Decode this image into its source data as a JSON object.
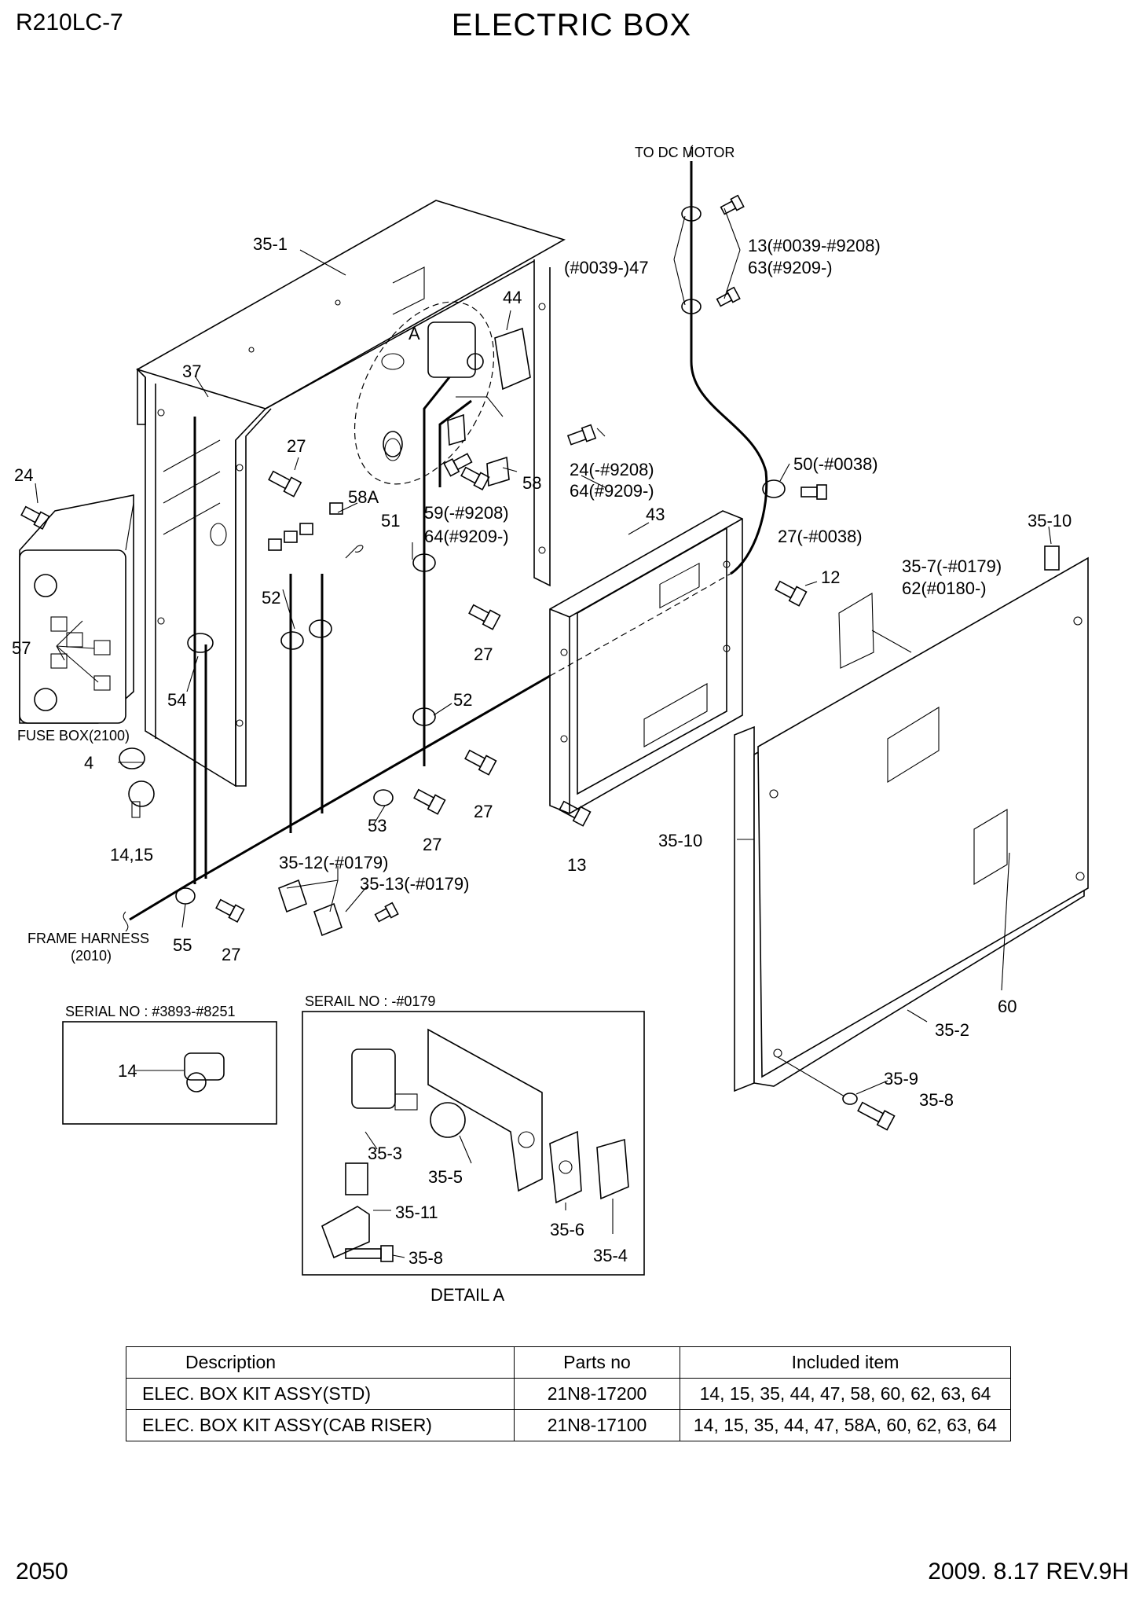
{
  "header": {
    "model": "R210LC-7",
    "title": "ELECTRIC BOX"
  },
  "footer": {
    "page_number": "2050",
    "date_revision": "2009. 8.17  REV.9H"
  },
  "diagram": {
    "callouts": {
      "c35_1": "35-1",
      "c37": "37",
      "c24_left": "24",
      "c57": "57",
      "c54": "54",
      "c27_a": "27",
      "c58A": "58A",
      "c51": "51",
      "c52_a": "52",
      "c52_b": "52",
      "cA": "A",
      "c44": "44",
      "c58": "58",
      "c59": "59(-#9208)",
      "c64a": "64(#9209-)",
      "c24_right": "24(-#9208)",
      "c64b": "64(#9209-)",
      "c43": "43",
      "c47": "(#0039-)47",
      "c13a": "13(#0039-#9208)",
      "c63": "63(#9209-)",
      "c50": "50(-#0038)",
      "c27_b": "27(-#0038)",
      "c12": "12",
      "c35_10_top": "35-10",
      "c35_7": "35-7(-#0179)",
      "c62": "62(#0180-)",
      "c27_c": "27",
      "c27_d": "27",
      "c27_e": "27",
      "c27_f": "27",
      "c53": "53",
      "c13b": "13",
      "c35_10_side": "35-10",
      "c4": "4",
      "c14_15": "14,15",
      "c35_12": "35-12(-#0179)",
      "c35_13": "35-13(-#0179)",
      "c55": "55",
      "c60": "60",
      "c35_2": "35-2",
      "c35_9": "35-9",
      "c35_8_a": "35-8",
      "c14_inset": "14",
      "c35_3": "35-3",
      "c35_5": "35-5",
      "c35_11": "35-11",
      "c35_8_b": "35-8",
      "c35_6": "35-6",
      "c35_4": "35-4"
    },
    "notes": {
      "to_dc_motor": "TO DC MOTOR",
      "fuse_box": "FUSE BOX(2100)",
      "frame_harness": "FRAME HARNESS",
      "frame_harness_code": "(2010)",
      "serial_no_left": "SERIAL NO : #3893-#8251",
      "serial_no_right": "SERAIL NO : -#0179",
      "detail_a": "DETAIL A"
    }
  },
  "parts_table": {
    "headers": [
      "Description",
      "Parts no",
      "Included item"
    ],
    "rows": [
      [
        "ELEC. BOX KIT ASSY(STD)",
        "21N8-17200",
        "14, 15, 35, 44, 47, 58, 60, 62, 63, 64"
      ],
      [
        "ELEC. BOX KIT ASSY(CAB RISER)",
        "21N8-17100",
        "14, 15, 35, 44, 47, 58A, 60, 62, 63, 64"
      ]
    ]
  }
}
